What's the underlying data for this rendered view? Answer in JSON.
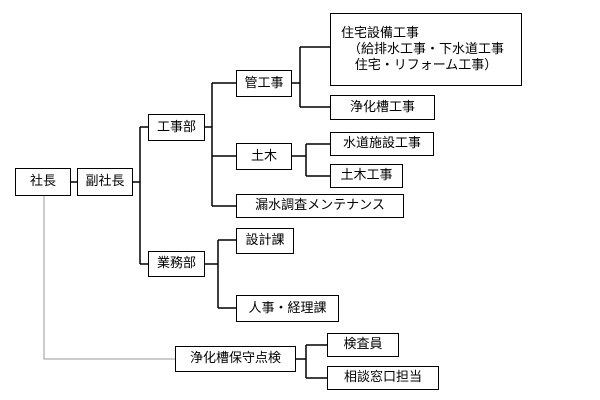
{
  "org": {
    "president": "社長",
    "vice_president": "副社長",
    "construction_dept": "工事部",
    "pipe_work": "管工事",
    "housing_equipment": [
      "住宅設備工事",
      "（給排水工事・下水道工事",
      "住宅・リフォーム工事）"
    ],
    "septic_work": "浄化槽工事",
    "civil": "土木",
    "water_facility": "水道施設工事",
    "civil_work": "土木工事",
    "leak_maintenance": "漏水調査メンテナンス",
    "business_dept": "業務部",
    "design": "設計課",
    "hr_accounting": "人事・経理課",
    "septic_inspection": "浄化槽保守点検",
    "inspector": "検査員",
    "consultation": "相談窓口担当"
  }
}
